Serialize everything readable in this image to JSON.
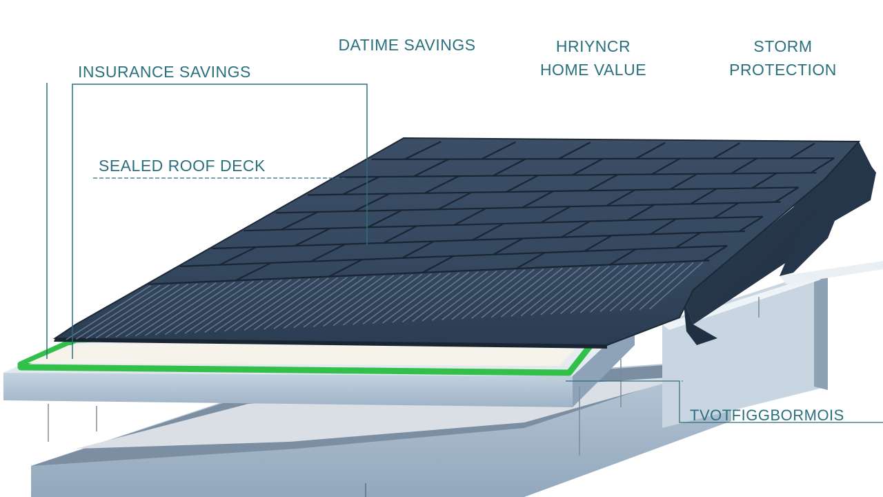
{
  "labels": {
    "top_left": "DATIME SAVINGS",
    "top_mid": [
      "HRIYNCR",
      "HOME VALUE"
    ],
    "top_right": [
      "STORM",
      "PROTECTION"
    ],
    "insurance": "INSURANCE SAVINGS",
    "deck": "SEALED ROOF DECK",
    "bottom_right": "TVOTFIGGBORMOIS"
  },
  "colors": {
    "label_text": "#2a6f7d",
    "shingle_dark": "#2d4158",
    "shingle_line": "#1a2533",
    "membrane_green": "#33c04a",
    "slab_light": "#e8f0f4",
    "slab_side": "#a9bdd0",
    "slab_dark_side": "#6e7f92"
  }
}
